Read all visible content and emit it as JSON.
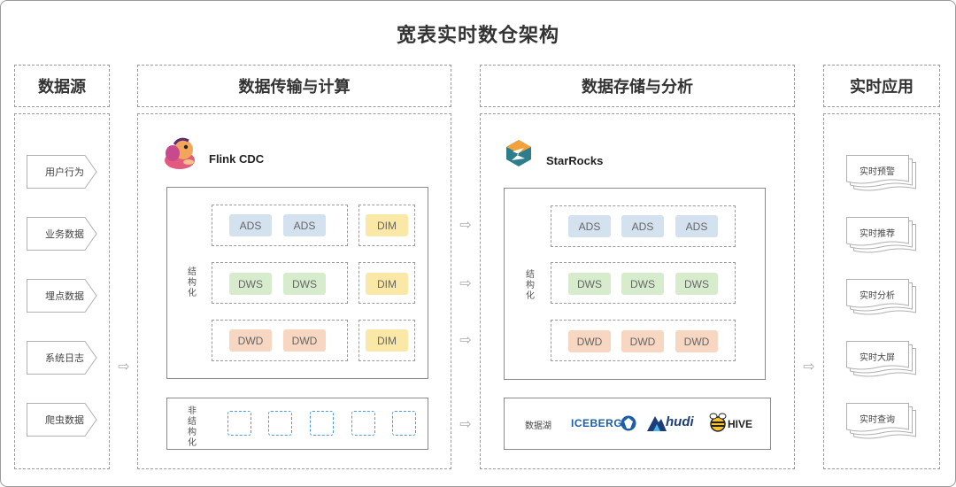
{
  "title": "宽表实时数仓架构",
  "sections": {
    "source": {
      "title": "数据源",
      "items": [
        "用户行为",
        "业务数据",
        "埋点数据",
        "系统日志",
        "爬虫数据"
      ]
    },
    "compute": {
      "title": "数据传输与计算",
      "logo_name": "Flink CDC",
      "structured_label": "结构化",
      "unstructured_label": "非结构化",
      "rows": [
        {
          "tags": [
            "ADS",
            "ADS"
          ],
          "dim": "DIM"
        },
        {
          "tags": [
            "DWS",
            "DWS"
          ],
          "dim": "DIM"
        },
        {
          "tags": [
            "DWD",
            "DWD"
          ],
          "dim": "DIM"
        }
      ]
    },
    "storage": {
      "title": "数据存储与分析",
      "logo_name": "StarRocks",
      "structured_label": "结构化",
      "rows": [
        {
          "tags": [
            "ADS",
            "ADS",
            "ADS"
          ]
        },
        {
          "tags": [
            "DWS",
            "DWS",
            "DWS"
          ]
        },
        {
          "tags": [
            "DWD",
            "DWD",
            "DWD"
          ]
        }
      ],
      "lake_label": "数据湖",
      "lake_tools": [
        "ICEBERG",
        "hudi",
        "HIVE"
      ]
    },
    "apps": {
      "title": "实时应用",
      "items": [
        "实时预警",
        "实时推荐",
        "实时分析",
        "实时大屏",
        "实时查询"
      ]
    }
  },
  "arrow_glyph": "⇨",
  "colors": {
    "ads": "#d4e1ee",
    "dws": "#d6eccd",
    "dwd": "#f7d6c2",
    "dim": "#fae8a6",
    "unstructured_border": "#4a9be0"
  }
}
